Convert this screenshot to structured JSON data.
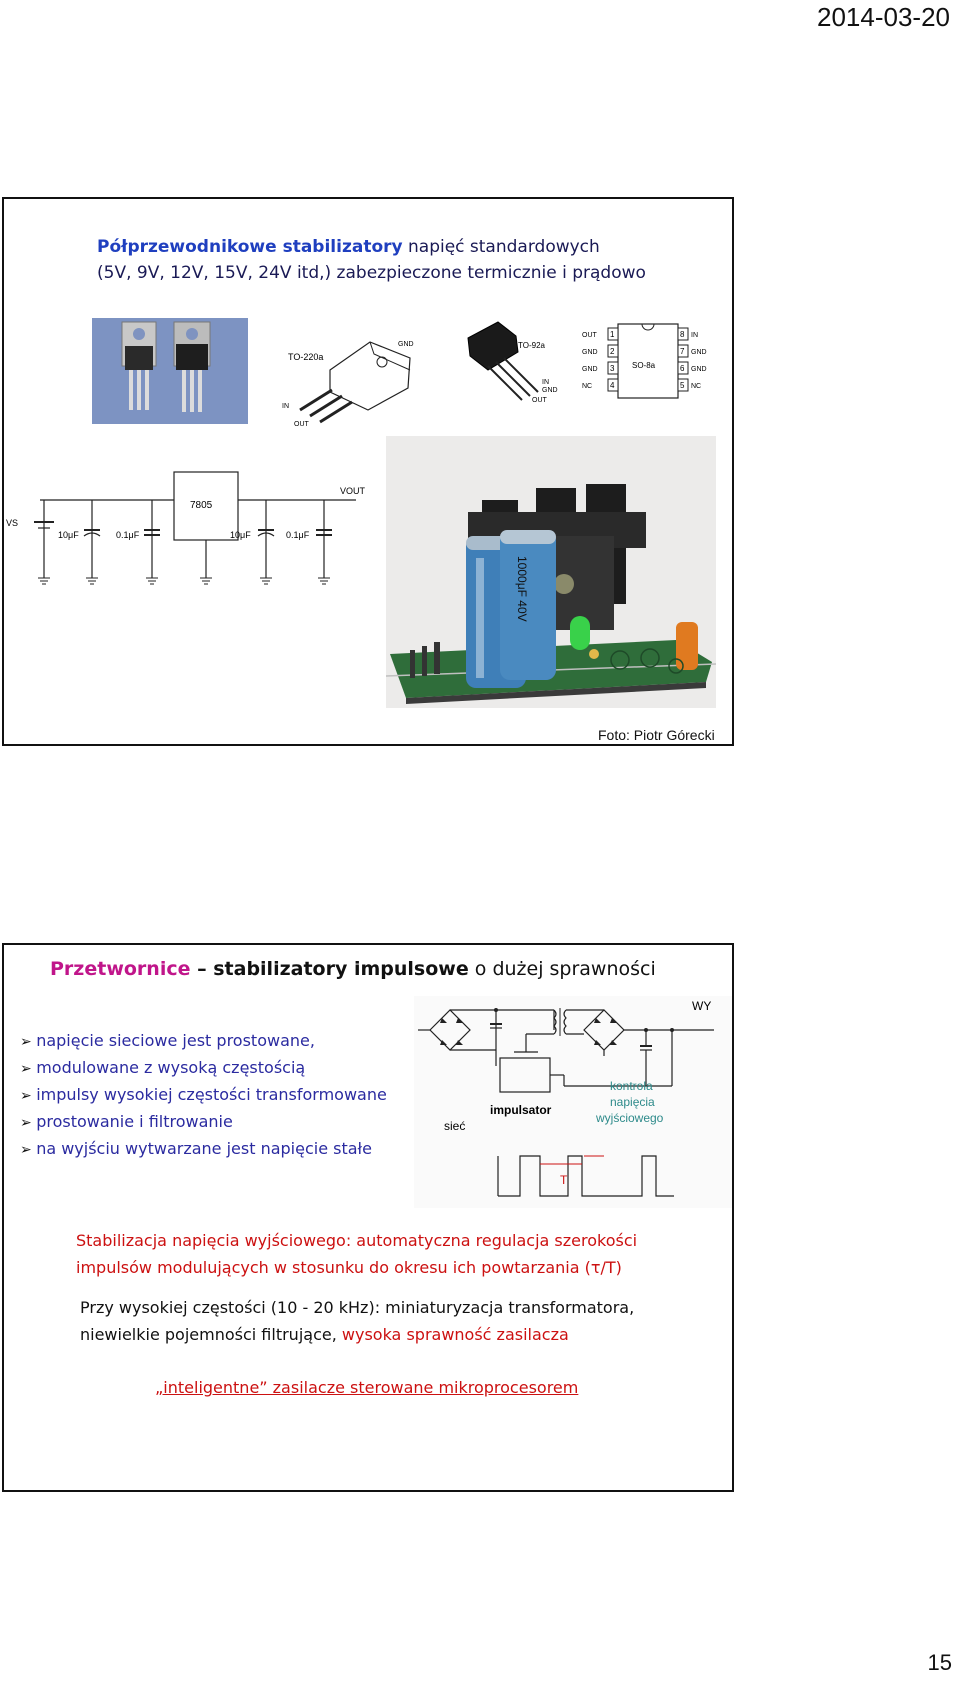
{
  "header": {
    "date": "2014-03-20"
  },
  "page_number": "15",
  "slide1": {
    "title_bold": "Półprzewodnikowe stabilizatory",
    "title_rest": " napięć standardowych",
    "subtitle": "(5V, 9V, 12V, 15V, 24V itd,) zabezpieczone termicznie i prądowo",
    "package_labels": {
      "to220": "TO-220a",
      "to92": "TO-92a",
      "so8": "SO-8a",
      "gnd": "GND",
      "in": "IN",
      "out": "OUT"
    },
    "so8_pins_left": [
      "OUT",
      "GND",
      "GND",
      "NC"
    ],
    "so8_pins_right": [
      "IN",
      "GND",
      "GND",
      "NC"
    ],
    "schematic": {
      "ic": "7805",
      "vs": "VS",
      "vout": "VOUT",
      "c1": "10μF",
      "c2": "0.1μF",
      "c3": "10μF",
      "c4": "0.1μF"
    },
    "cap_text": "1000μF 40V",
    "photo_credit": "Foto: Piotr Górecki"
  },
  "slide2": {
    "title_a": "Przetwornice",
    "title_b": " – ",
    "title_c": "stabilizatory impulsowe",
    "title_d": " o dużej sprawności",
    "bullets": [
      "napięcie sieciowe jest prostowane,",
      "modulowane z wysoką częstością",
      "impulsy wysokiej częstości transformowane",
      "prostowanie i filtrowanie",
      "na wyjściu wytwarzane jest napięcie stałe"
    ],
    "diagram": {
      "wy": "WY",
      "siec": "sieć",
      "impulsator": "impulsator",
      "kontrola1": "kontrola",
      "kontrola2": "napięcia",
      "kontrola3": "wyjściowego",
      "T": "T"
    },
    "par1_line1": "Stabilizacja napięcia wyjściowego: automatyczna regulacja szerokości",
    "par1_line2": "impulsów modulujących w stosunku do okresu ich powtarzania (τ/T)",
    "par2_line1": "Przy wysokiej częstości (10 - 20 kHz): miniaturyzacja transformatora,",
    "par2_line2a": "niewielkie pojemności filtrujące, ",
    "par2_line2b": "wysoka sprawność zasilacza",
    "link": "„inteligentne” zasilacze sterowane mikroprocesorem"
  }
}
